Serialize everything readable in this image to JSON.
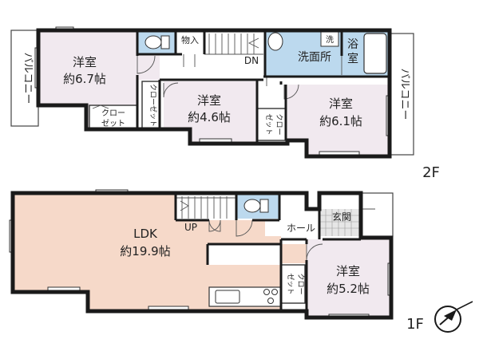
{
  "upper_floor": {
    "floor_label": "2F",
    "rooms": {
      "western_a": {
        "name": "洋室",
        "size": "約6.7帖"
      },
      "western_b": {
        "name": "洋室",
        "size": "約4.6帖"
      },
      "western_c": {
        "name": "洋室",
        "size": "約6.1帖"
      }
    },
    "balcony_left": "バルコニー",
    "balcony_right": "バルコニー",
    "storage": "物入",
    "washroom": "洗面所",
    "washer": "洗",
    "bath_line1": "浴",
    "bath_line2": "室",
    "stair_down": "DN",
    "closet_a_line1": "クロー",
    "closet_a_line2": "ゼット",
    "closet_b": "クローゼット",
    "closet_c_col1": "ゼット",
    "closet_c_col2": "クロー"
  },
  "lower_floor": {
    "floor_label": "1F",
    "rooms": {
      "ldk": {
        "name": "LDK",
        "size": "約19.9帖"
      },
      "western_d": {
        "name": "洋室",
        "size": "約5.2帖"
      }
    },
    "hall": "ホール",
    "entrance": "玄関",
    "stair_up": "UP",
    "closet_d_col1": "ゼット",
    "closet_d_col2": "クロー"
  },
  "colors": {
    "room_fill": "#f1e9ef",
    "ldk_fill": "#f6d9c9",
    "wet_fill": "#bcd9ee",
    "wall": "#1a1a1a"
  }
}
